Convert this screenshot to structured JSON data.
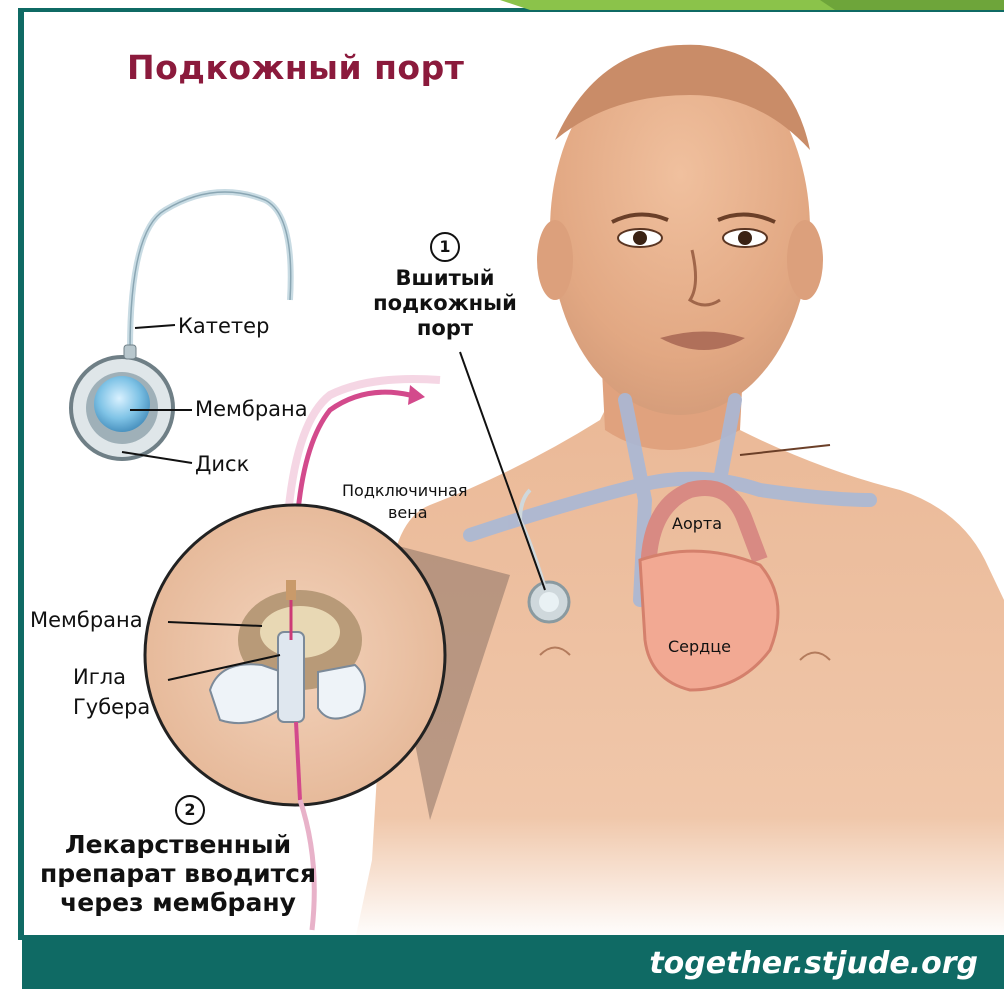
{
  "title": "Подкожный порт",
  "device_labels": {
    "catheter": "Катетер",
    "membrane": "Мембрана",
    "disk": "Диск"
  },
  "step1": {
    "number": "1",
    "lines": [
      "Вшитый",
      "подкожный",
      "порт"
    ]
  },
  "anatomy": {
    "subclavian_vein": [
      "Подключичная",
      "вена"
    ],
    "aorta": "Аорта",
    "heart": "Сердце"
  },
  "inset_labels": {
    "membrane": "Мембрана",
    "huber_needle": [
      "Игла",
      "Губера"
    ]
  },
  "step2": {
    "number": "2",
    "lines": [
      "Лекарственный",
      "препарат вводится",
      "через мембрану"
    ]
  },
  "footer": {
    "url": "together.stjude.org"
  },
  "colors": {
    "title": "#8b1a3c",
    "frame_teal": "#0f6a64",
    "accent_green": "#8bc34a",
    "skin": "#e8b38f",
    "heart": "#f2a993",
    "drug_line": "#d34a8c"
  }
}
